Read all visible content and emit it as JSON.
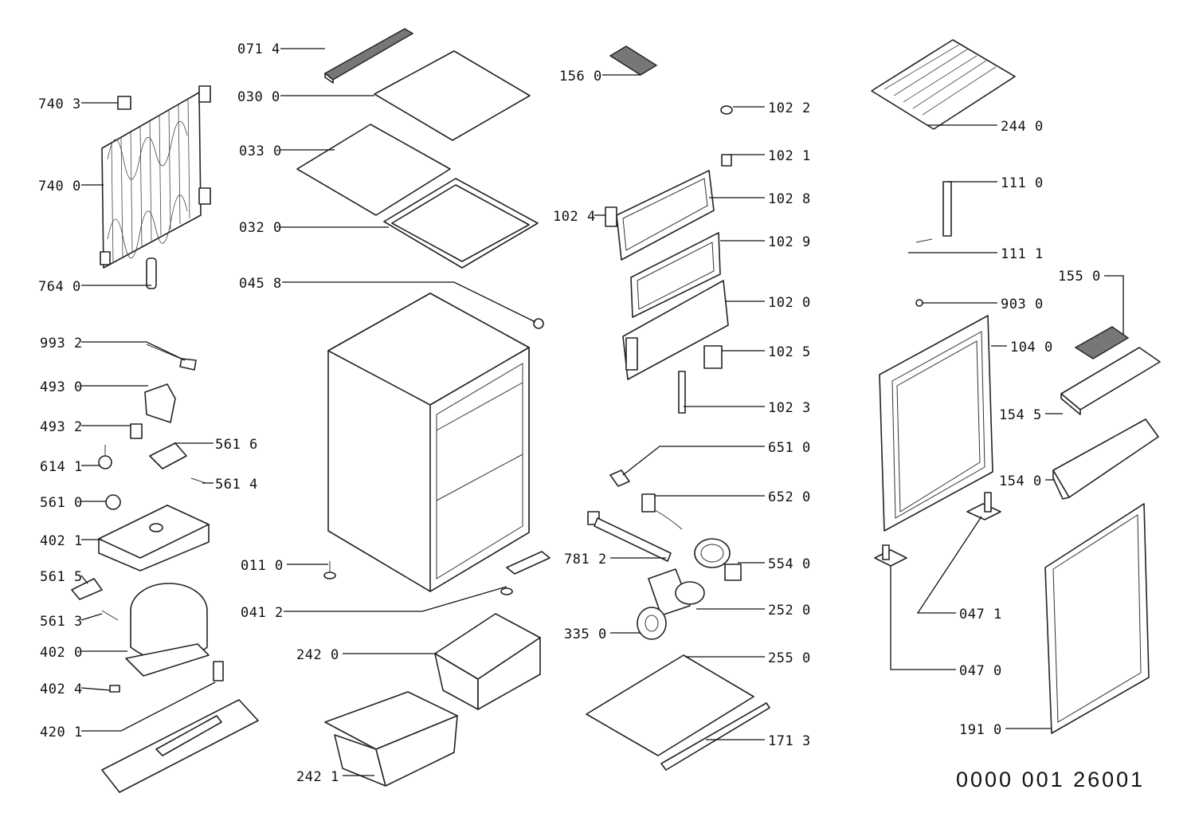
{
  "document_number": "0000 001 26001",
  "callouts": [
    "071 4",
    "030 0",
    "033 0",
    "032 0",
    "045 8",
    "740 3",
    "740 0",
    "764 0",
    "993 2",
    "493 0",
    "493 2",
    "561 6",
    "614 1",
    "561 4",
    "561 0",
    "402 1",
    "561 5",
    "561 3",
    "402 0",
    "402 4",
    "420 1",
    "011 0",
    "041 2",
    "242 0",
    "242 1",
    "156 0",
    "102 2",
    "102 1",
    "102 8",
    "102 4",
    "102 9",
    "102 0",
    "102 5",
    "102 3",
    "651 0",
    "652 0",
    "781 2",
    "554 0",
    "252 0",
    "335 0",
    "255 0",
    "171 3",
    "244 0",
    "111 0",
    "111 1",
    "155 0",
    "903 0",
    "104 0",
    "154 5",
    "154 0",
    "047 1",
    "047 0",
    "191 0"
  ]
}
